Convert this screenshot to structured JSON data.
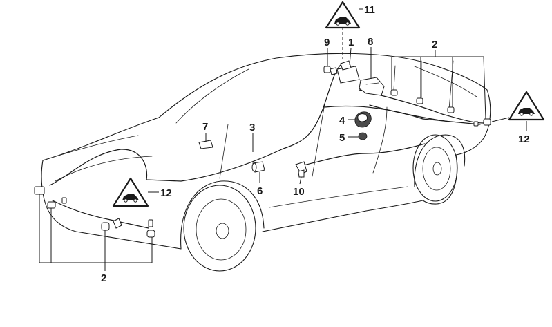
{
  "diagram": {
    "callouts": {
      "c1": "1",
      "c2_top": "2",
      "c2_bottom": "2",
      "c3": "3",
      "c4": "4",
      "c5": "5",
      "c6": "6",
      "c7": "7",
      "c8": "8",
      "c9": "9",
      "c10": "10",
      "c11": "11",
      "c12_left": "12",
      "c12_right": "12"
    },
    "icons": [
      "warning-triangle-icon",
      "vehicle-symbol-icon"
    ],
    "colors": {
      "line": "#1a1a1a",
      "background": "#ffffff"
    }
  }
}
